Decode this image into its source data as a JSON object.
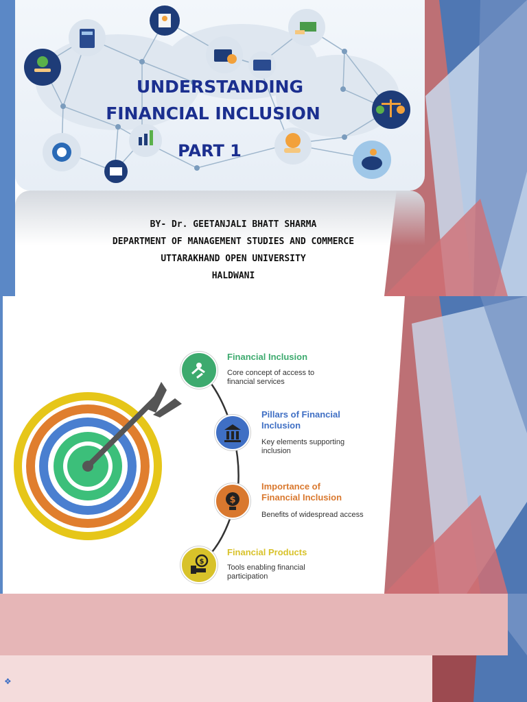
{
  "slide1": {
    "title_line1": "UNDERSTANDING",
    "title_line2": "FINANCIAL INCLUSION",
    "title_line3": "PART 1",
    "author_line": "BY- Dr. GEETANJALI BHATT SHARMA",
    "department": "DEPARTMENT OF MANAGEMENT STUDIES AND COMMERCE",
    "university": "UTTARAKHAND OPEN UNIVERSITY",
    "city": "HALDWANI",
    "title_color": "#1b2f8f"
  },
  "slide2": {
    "steps": [
      {
        "title": "Financial Inclusion",
        "desc": "Core concept of access to financial services",
        "color": "#3daa6e",
        "icon": "handshake-icon"
      },
      {
        "title": "Pillars of Financial Inclusion",
        "desc": "Key elements supporting inclusion",
        "color": "#3f6fc4",
        "icon": "bank-icon"
      },
      {
        "title": "Importance of Financial Inclusion",
        "desc": "Benefits of widespread access",
        "color": "#d9782e",
        "icon": "dollar-bulb-icon"
      },
      {
        "title": "Financial Products",
        "desc": "Tools enabling financial participation",
        "color": "#d8c22a",
        "icon": "dollar-hand-icon"
      }
    ]
  },
  "slide3": {
    "bullet": "❖",
    "band_color": "#e6b6b7"
  }
}
